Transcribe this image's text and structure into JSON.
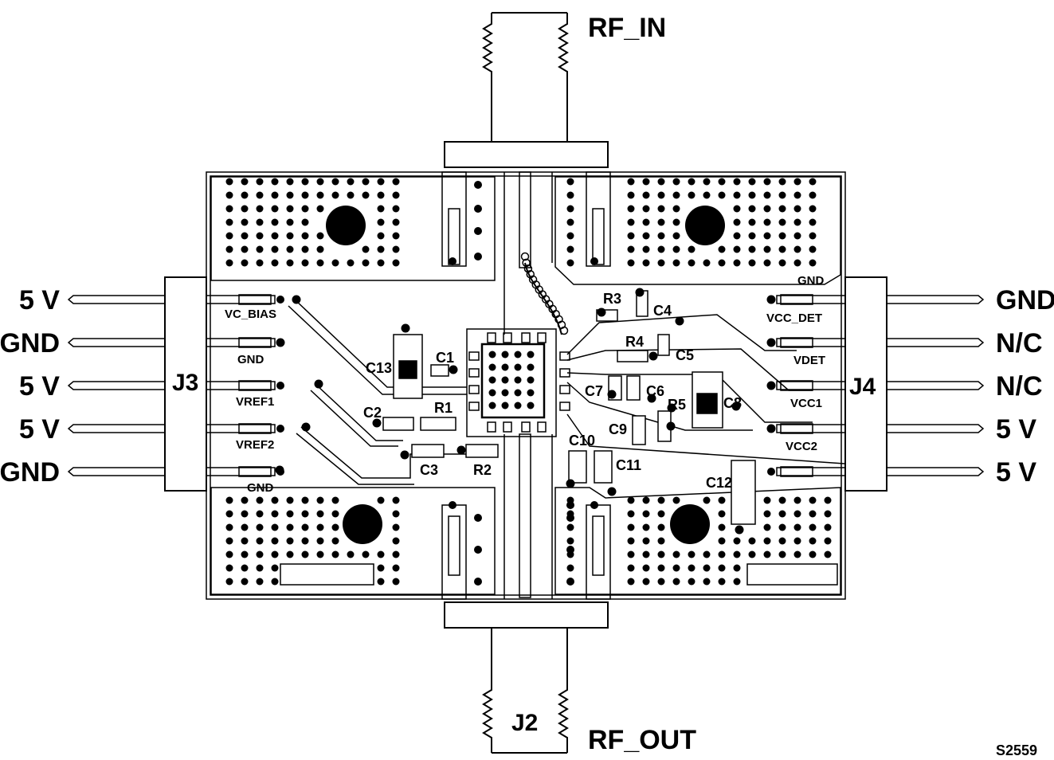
{
  "connectors": {
    "top": {
      "signal": "RF_IN"
    },
    "bottom": {
      "ref": "J2",
      "signal": "RF_OUT"
    },
    "left": {
      "ref": "J3",
      "pins": [
        "5 V",
        "GND",
        "5 V",
        "5 V",
        "GND"
      ]
    },
    "right": {
      "ref": "J4",
      "pins": [
        "GND",
        "N/C",
        "N/C",
        "5 V",
        "5 V"
      ]
    }
  },
  "board_labels": {
    "left": [
      "VC_BIAS",
      "GND",
      "VREF1",
      "VREF2",
      "GND"
    ],
    "right": [
      "GND",
      "VCC_DET",
      "VDET",
      "VCC1",
      "VCC2"
    ]
  },
  "components": [
    "C1",
    "C2",
    "C3",
    "C4",
    "C5",
    "C6",
    "C7",
    "C8",
    "C9",
    "C10",
    "C11",
    "C12",
    "C13",
    "R1",
    "R2",
    "R3",
    "R4",
    "R5"
  ],
  "figure_id": "S2559"
}
